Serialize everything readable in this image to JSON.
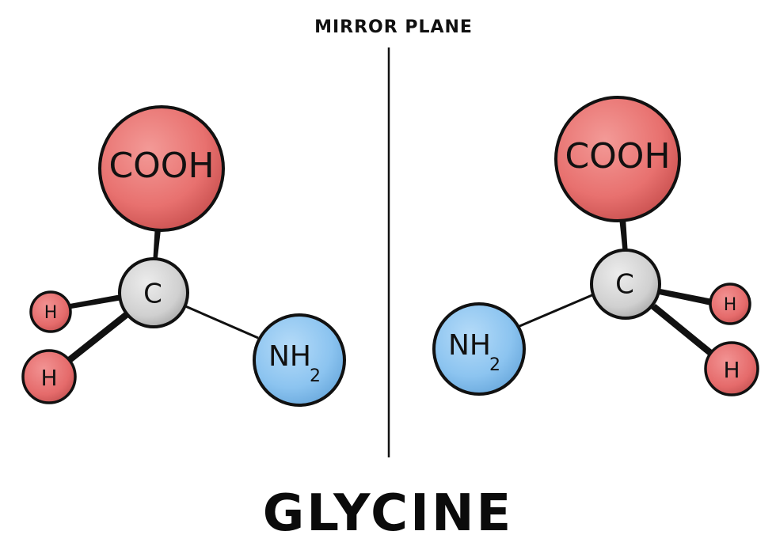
{
  "header": {
    "mirror_label": "MIRROR PLANE"
  },
  "footer": {
    "title": "GLYCINE"
  },
  "molecules": {
    "left": {
      "carboxyl": "COOH",
      "carbon": "C",
      "amine_main": "NH",
      "amine_sub": "2",
      "hydrogen_1": "H",
      "hydrogen_2": "H"
    },
    "right": {
      "carboxyl": "COOH",
      "carbon": "C",
      "amine_main": "NH",
      "amine_sub": "2",
      "hydrogen_1": "H",
      "hydrogen_2": "H"
    }
  },
  "colors": {
    "carboxyl": "#e8716f",
    "carbon": "#d4d4d4",
    "amine": "#8cc4f0",
    "hydrogen": "#e56b6b",
    "outline": "#111111"
  }
}
